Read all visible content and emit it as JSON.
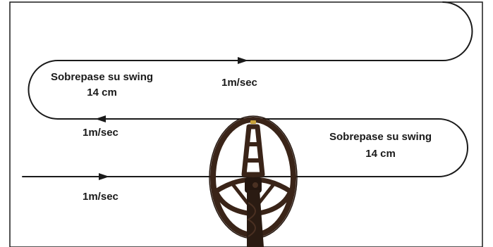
{
  "overlap_labels": [
    {
      "line1": "Sobrepase su swing",
      "line2": "14 cm"
    },
    {
      "line1": "Sobrepase su swing",
      "line2": "14 cm"
    }
  ],
  "speed_labels": [
    "1m/sec",
    "1m/sec",
    "1m/sec"
  ],
  "colors": {
    "line": "#1a1a1a",
    "coil": "#3a2418",
    "coil_dark": "#24160f",
    "shaft": "#2a1b12",
    "accent": "#c9a33a"
  },
  "icons": [
    "direction-arrow-icon",
    "metal-detector-coil-icon"
  ]
}
